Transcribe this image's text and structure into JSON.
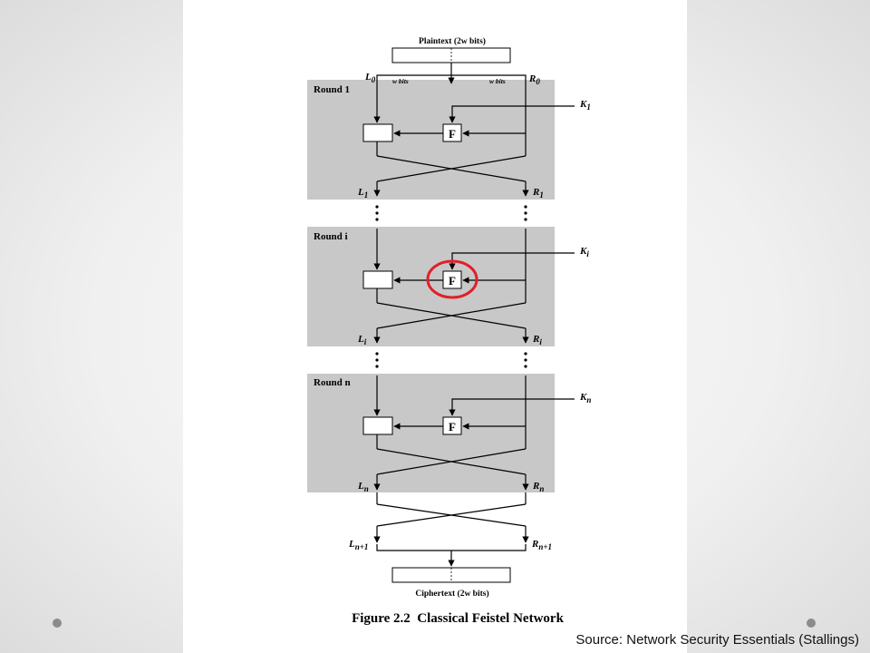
{
  "diagram": {
    "plaintext_label": "Plaintext (2w bits)",
    "ciphertext_label": "Ciphertext (2w bits)",
    "w_bits_label": "w bits",
    "rounds": [
      {
        "title": "Round 1",
        "f_label": "F",
        "key": "K",
        "key_sub": "1",
        "left_in": "L",
        "left_in_sub": "0",
        "right_in": "R",
        "right_in_sub": "0",
        "left_out": "L",
        "left_out_sub": "1",
        "right_out": "R",
        "right_out_sub": "1"
      },
      {
        "title": "Round i",
        "f_label": "F",
        "key": "K",
        "key_sub": "i",
        "left_out": "L",
        "left_out_sub": "i",
        "right_out": "R",
        "right_out_sub": "i",
        "highlighted": true
      },
      {
        "title": "Round n",
        "f_label": "F",
        "key": "K",
        "key_sub": "n",
        "left_out": "L",
        "left_out_sub": "n",
        "right_out": "R",
        "right_out_sub": "n"
      }
    ],
    "final_left": "L",
    "final_left_sub": "n+1",
    "final_right": "R",
    "final_right_sub": "n+1",
    "figure_caption": "Figure 2.2  Classical Feistel Network",
    "highlight_color": "#e0202a",
    "round_bg_color": "#c8c8c8"
  },
  "source_caption": "Source: Network Security Essentials (Stallings)"
}
